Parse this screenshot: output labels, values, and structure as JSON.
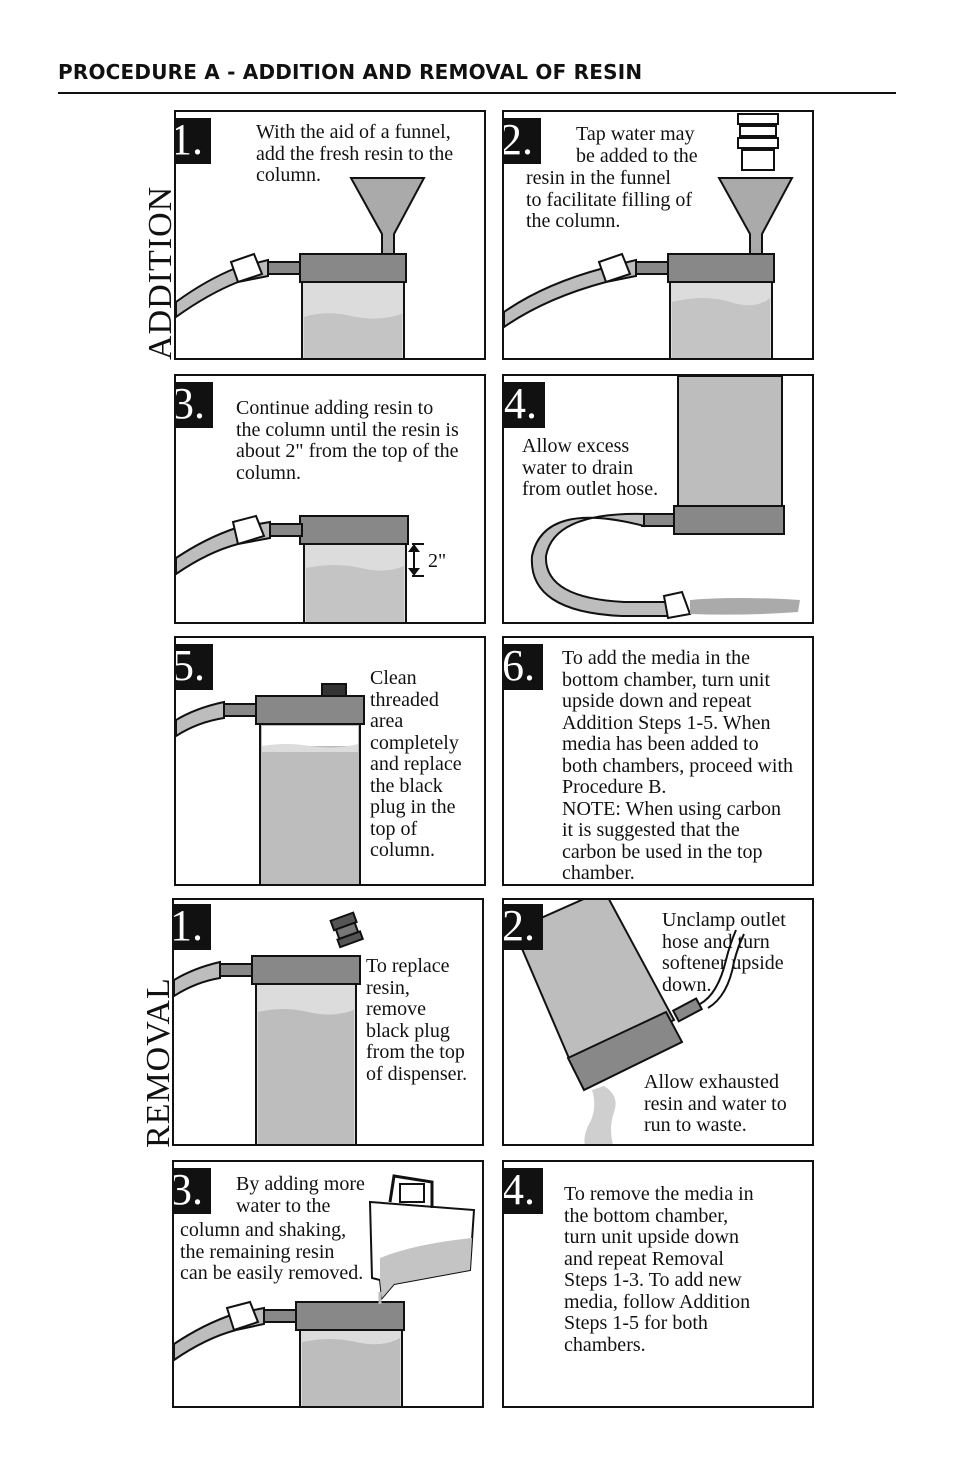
{
  "heading": "PROCEDURE A - ADDITION AND REMOVAL OF RESIN",
  "side_labels": {
    "addition": "ADDITION",
    "removal": "REMOVAL"
  },
  "addition_steps": [
    {
      "number": "1.",
      "text": "With the aid of a funnel,\nadd the fresh resin to the\ncolumn."
    },
    {
      "number": "2.",
      "text_top": "Tap water may\nbe added to the",
      "text_bottom": "resin in the funnel\nto facilitate filling of\nthe column."
    },
    {
      "number": "3.",
      "text": "Continue adding resin to\nthe column until the resin is\nabout 2\" from the top of the\ncolumn.",
      "dimension_label": "2\""
    },
    {
      "number": "4.",
      "text": "Allow excess\nwater to drain\nfrom outlet hose."
    },
    {
      "number": "5.",
      "text": "Clean\nthreaded\narea\ncompletely\nand replace\nthe black\nplug in the\ntop of\ncolumn."
    },
    {
      "number": "6.",
      "text": "To add the media in the\nbottom chamber, turn unit\nupside down and repeat\nAddition Steps 1-5. When\nmedia has been added to\nboth chambers, proceed with\nProcedure B.\nNOTE: When using carbon\nit is suggested that the\ncarbon be used in the top\nchamber."
    }
  ],
  "removal_steps": [
    {
      "number": "1.",
      "text": "To replace\nresin,\nremove\nblack plug\nfrom the top\nof dispenser."
    },
    {
      "number": "2.",
      "text_top": "Unclamp outlet\nhose and turn\nsoftener upside\ndown.",
      "text_bottom": "Allow exhausted\nresin and water to\nrun to waste."
    },
    {
      "number": "3.",
      "text_top": "By adding more\nwater to the",
      "text_bottom": "column and shaking,\nthe remaining resin\ncan be easily removed."
    },
    {
      "number": "4.",
      "text": "To remove the media in\nthe bottom chamber,\nturn unit upside down\nand repeat Removal\nSteps 1-3. To add new\nmedia, follow Addition\nSteps 1-5 for both\nchambers."
    }
  ],
  "colors": {
    "ink": "#111111",
    "cap_gray": "#888888",
    "resin_gray": "#bdbdbd",
    "light_gray": "#dcdcdc"
  }
}
